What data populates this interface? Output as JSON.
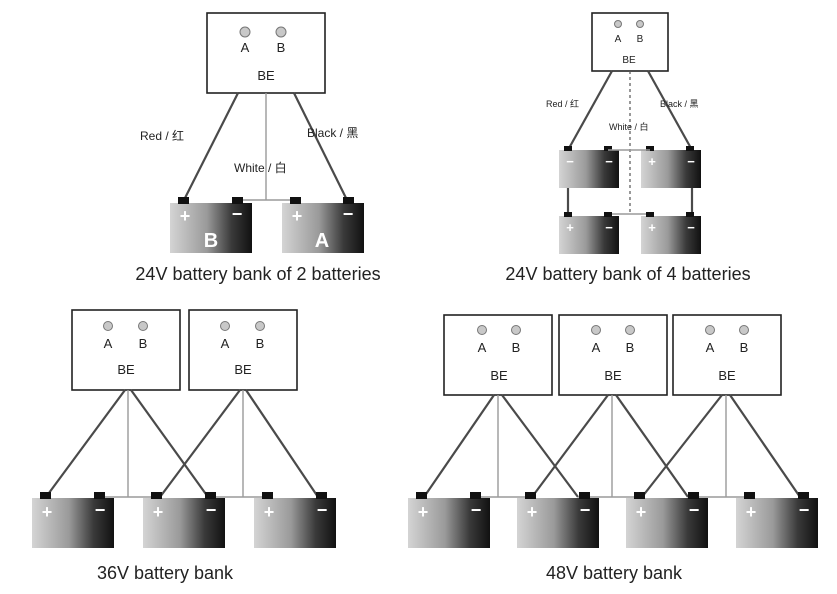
{
  "labels": {
    "led_a": "A",
    "led_b": "B",
    "be": "BE",
    "plus": "+",
    "minus": "−",
    "red": "Red / 红",
    "white": "White / 白",
    "black": "Black / 黑",
    "battery_b": "B",
    "battery_a": "A"
  },
  "captions": {
    "bank_2": "24V battery bank of 2 batteries",
    "bank_4": "24V battery bank of 4 batteries",
    "bank_36": "36V battery bank",
    "bank_48": "48V battery bank"
  },
  "colors": {
    "battery_light": "#d8d8d8",
    "battery_dark": "#1a1a1a",
    "wire": "#4a4a4a"
  }
}
